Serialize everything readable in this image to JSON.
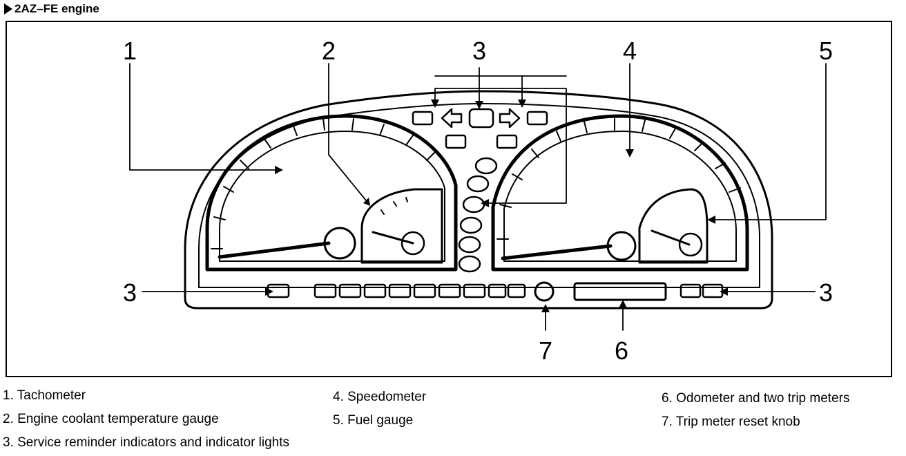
{
  "header": {
    "title": "2AZ–FE engine"
  },
  "callouts": {
    "c1": "1",
    "c2": "2",
    "c3_top": "3",
    "c4": "4",
    "c5": "5",
    "c3_left": "3",
    "c3_right": "3",
    "c7": "7",
    "c6": "6"
  },
  "legend": {
    "i1": "1. Tachometer",
    "i2": "2. Engine coolant temperature gauge",
    "i3": "3. Service reminder indicators and indicator lights",
    "i4": "4. Speedometer",
    "i5": "5. Fuel gauge",
    "i6": "6. Odometer and two trip meters",
    "i7": "7. Trip meter reset knob"
  }
}
